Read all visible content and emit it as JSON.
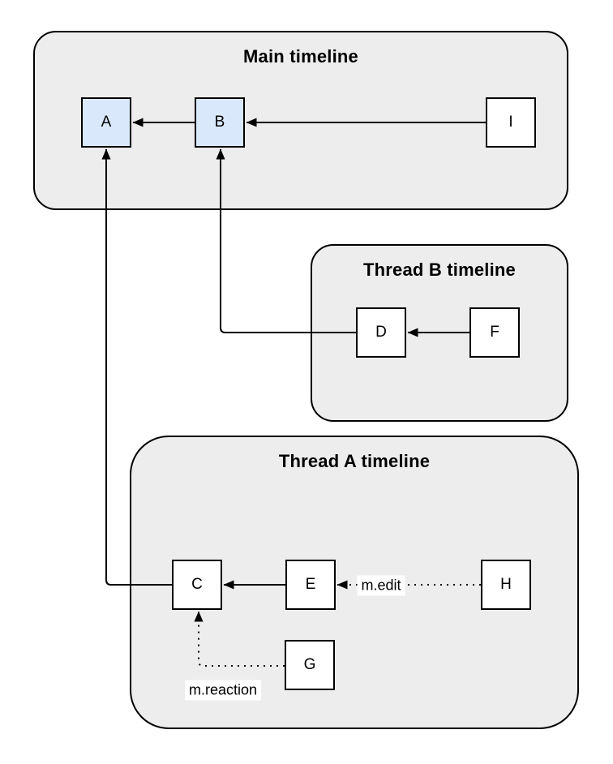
{
  "diagram": {
    "containers": {
      "main": {
        "title": "Main timeline",
        "nodes": [
          "A",
          "B",
          "I"
        ]
      },
      "thread_b": {
        "title": "Thread B timeline",
        "nodes": [
          "D",
          "F"
        ]
      },
      "thread_a": {
        "title": "Thread A timeline",
        "nodes": [
          "C",
          "E",
          "H",
          "G"
        ]
      }
    },
    "nodes": {
      "A": {
        "label": "A",
        "highlighted": true
      },
      "B": {
        "label": "B",
        "highlighted": true
      },
      "I": {
        "label": "I",
        "highlighted": false
      },
      "D": {
        "label": "D",
        "highlighted": false
      },
      "F": {
        "label": "F",
        "highlighted": false
      },
      "C": {
        "label": "C",
        "highlighted": false
      },
      "E": {
        "label": "E",
        "highlighted": false
      },
      "H": {
        "label": "H",
        "highlighted": false
      },
      "G": {
        "label": "G",
        "highlighted": false
      }
    },
    "edges": [
      {
        "from": "B",
        "to": "A",
        "style": "solid",
        "label": ""
      },
      {
        "from": "I",
        "to": "B",
        "style": "solid",
        "label": ""
      },
      {
        "from": "F",
        "to": "D",
        "style": "solid",
        "label": ""
      },
      {
        "from": "D",
        "to": "B",
        "style": "solid",
        "label": ""
      },
      {
        "from": "E",
        "to": "C",
        "style": "solid",
        "label": ""
      },
      {
        "from": "H",
        "to": "E",
        "style": "dotted",
        "label": "m.edit"
      },
      {
        "from": "C",
        "to": "A",
        "style": "solid",
        "label": ""
      },
      {
        "from": "G",
        "to": "C",
        "style": "dotted",
        "label": "m.reaction"
      }
    ],
    "colors": {
      "background": "#ffffff",
      "container_fill": "#ededed",
      "node_fill": "#ffffff",
      "highlight_node_fill": "#dae8fc",
      "stroke": "#000000"
    }
  }
}
